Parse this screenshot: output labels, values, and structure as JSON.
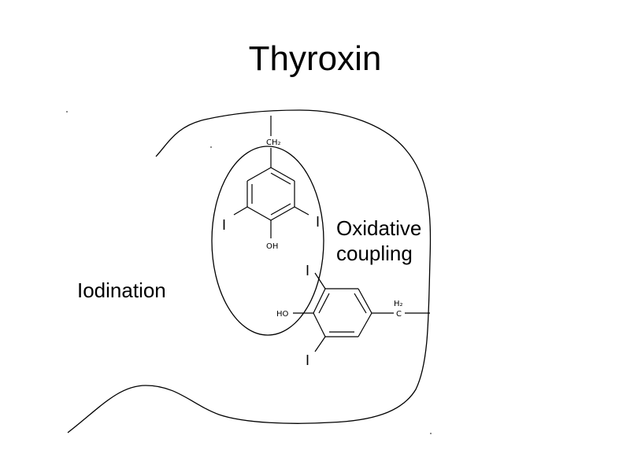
{
  "title": "Thyroxin",
  "labels": {
    "iodination": "Iodination",
    "oxidative_line1": "Oxidative",
    "oxidative_line2": "coupling"
  },
  "molecule": {
    "top_ring": {
      "ch2": "CH₂",
      "oh": "OH",
      "iodine_left": "I",
      "iodine_right": "I"
    },
    "bottom_ring": {
      "ho": "HO",
      "h2": "H₂",
      "c": "C",
      "iodine_top": "I",
      "iodine_bottom": "I"
    }
  }
}
